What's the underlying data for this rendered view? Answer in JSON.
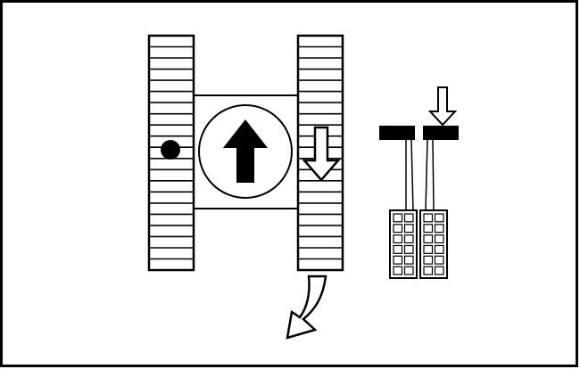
{
  "diagram": {
    "subject": "crawler-steering-pivot-turn",
    "colors": {
      "ink": "#000000",
      "paper": "#ffffff"
    },
    "left_track": {
      "tread_rows": 21,
      "marker": "pivot-point-dot"
    },
    "right_track": {
      "tread_rows": 21,
      "motion": "reverse-arrow"
    },
    "center_body": {
      "symbol": "forward-arrow"
    },
    "pedals": {
      "count": 2,
      "pressed": "right",
      "pedal_pad_rows": 6
    },
    "turn_indicator": "curved-arrow-down-left"
  }
}
